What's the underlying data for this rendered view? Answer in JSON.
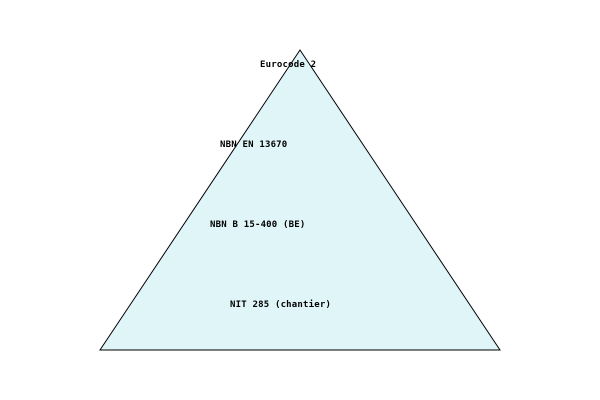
{
  "colors": {
    "fill": "#dff5f7",
    "stroke": "#000000",
    "text": "#000000"
  },
  "pyramid": {
    "tiers": [
      {
        "label": "Eurocode 2"
      },
      {
        "label": "NBN EN 13670"
      },
      {
        "label": "NBN B 15-400 (BE)"
      },
      {
        "label": "NIT 285 (chantier)"
      }
    ]
  }
}
